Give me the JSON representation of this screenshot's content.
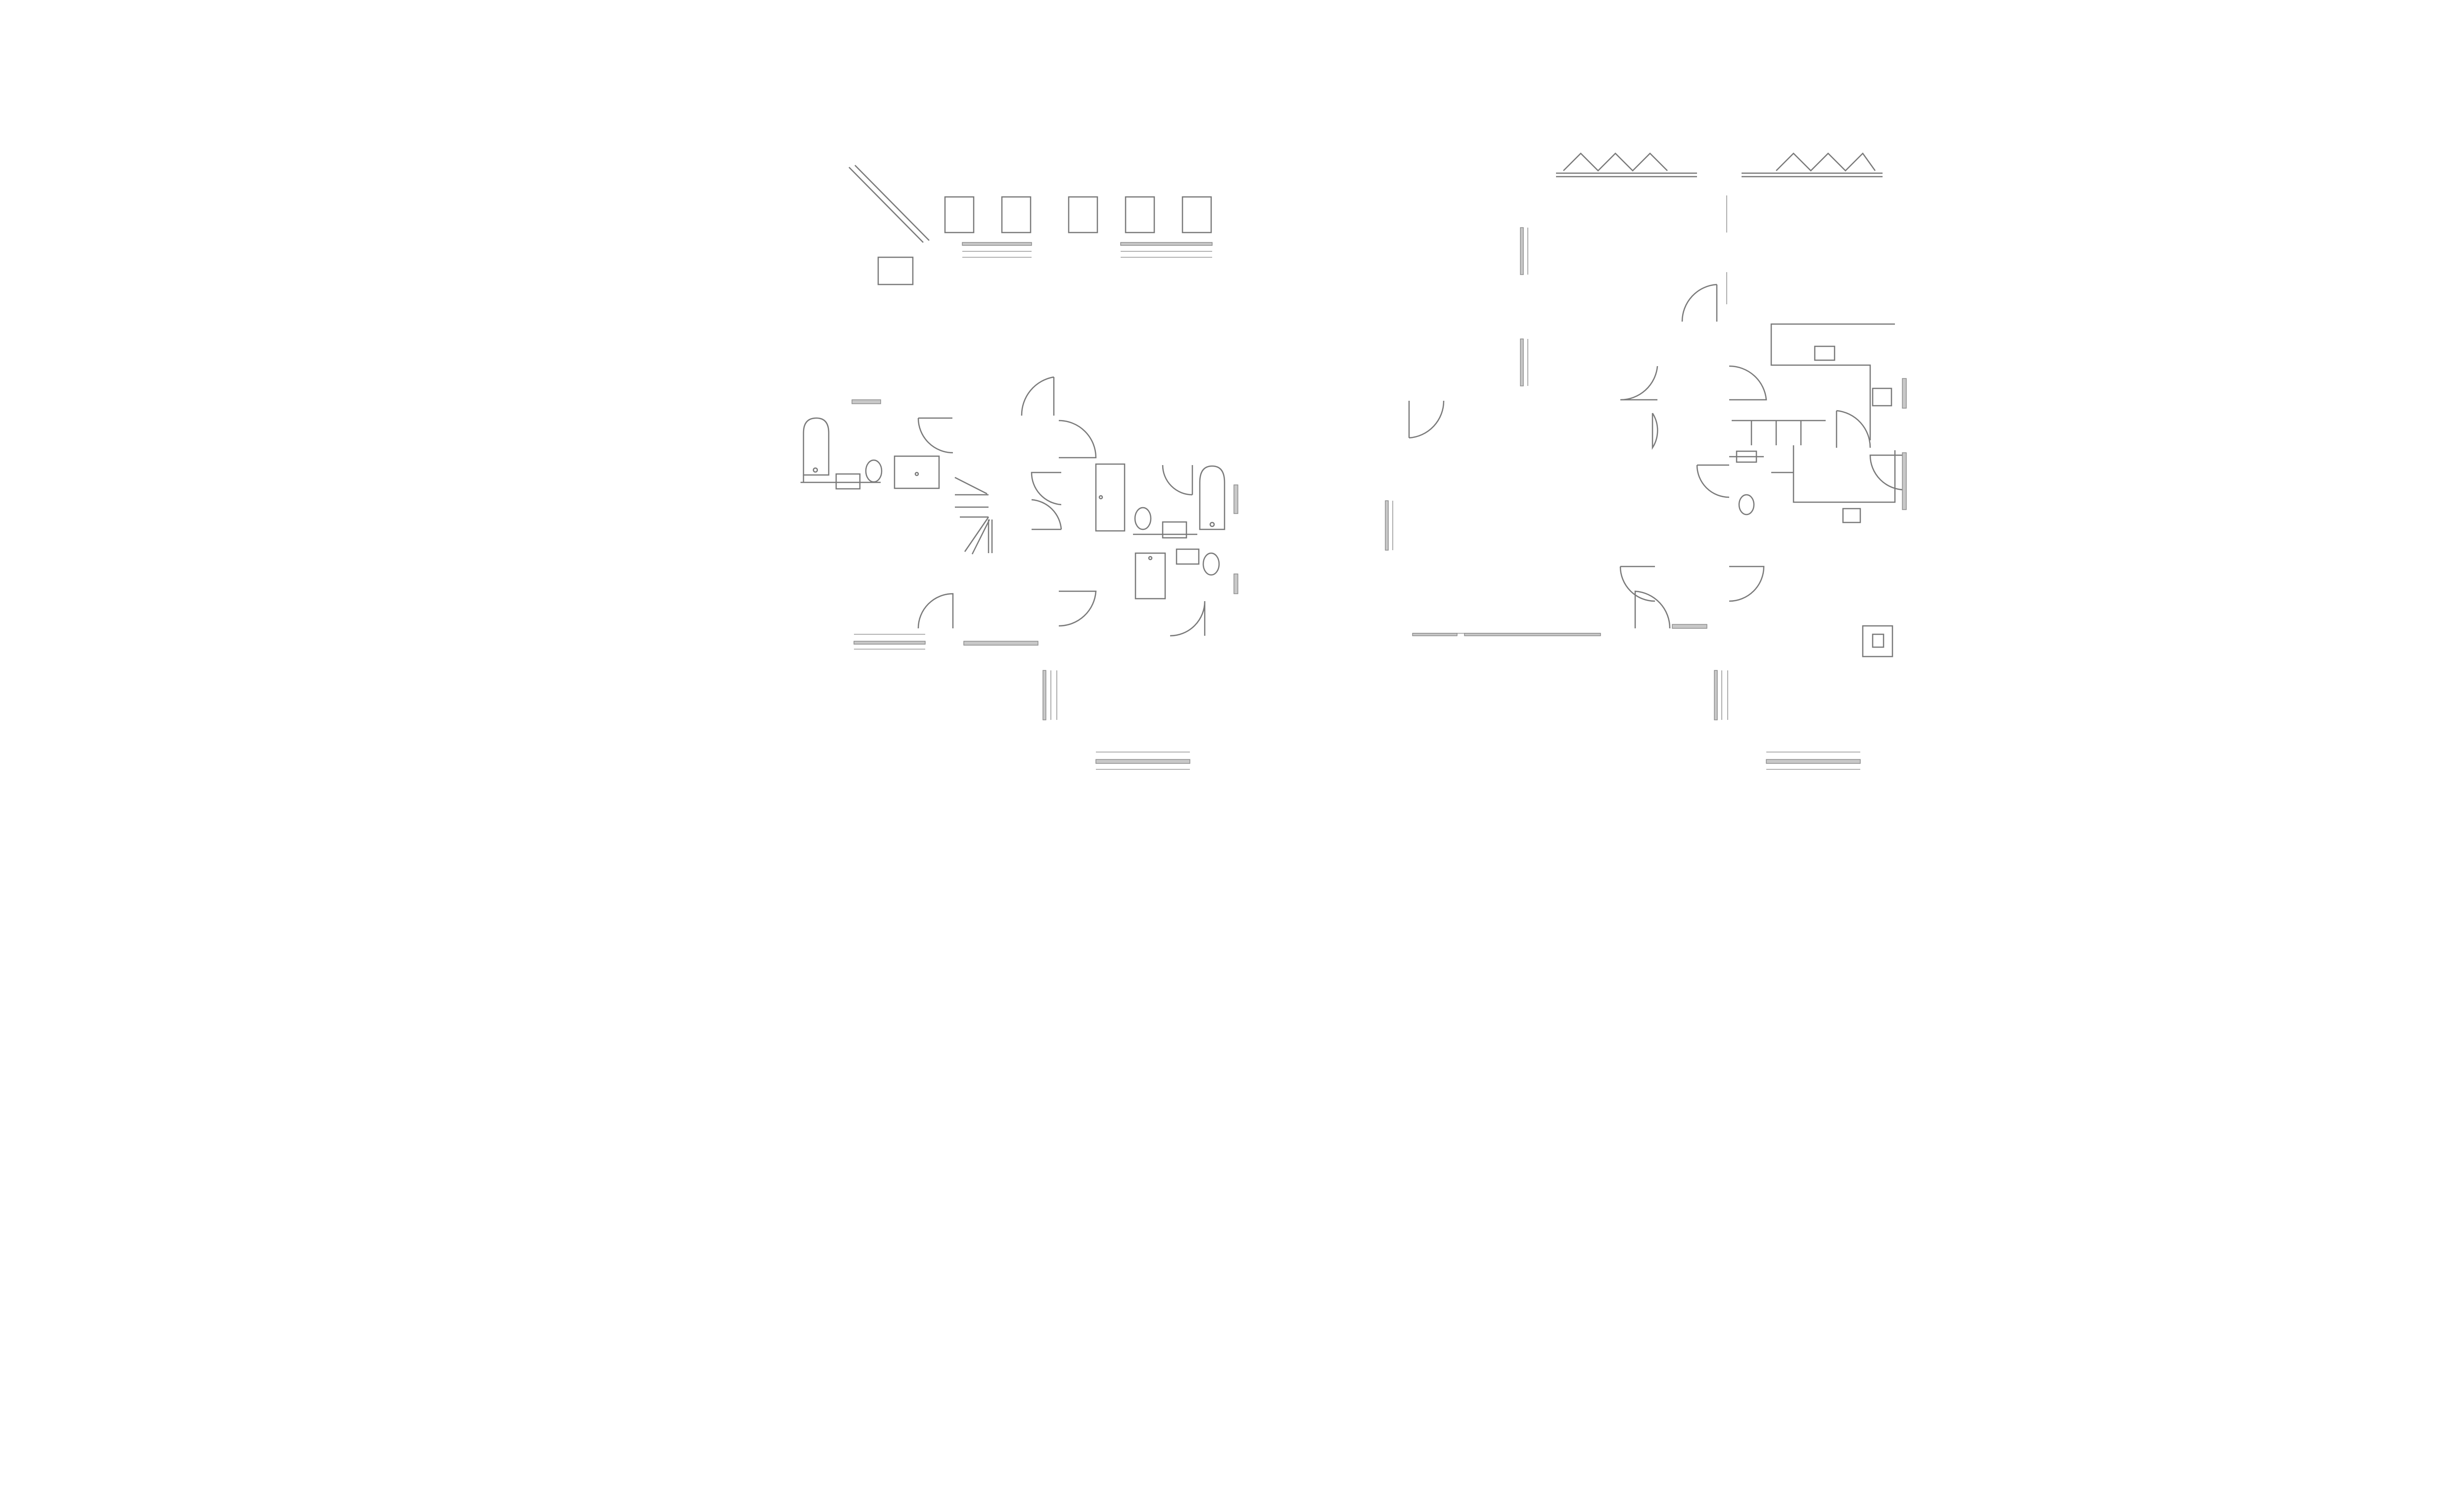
{
  "drawing": {
    "kind": "architectural floor plan",
    "line_color": "#7a7a7a",
    "background": "#ffffff"
  },
  "plans": [
    {
      "id": "left",
      "symbols": [
        "window",
        "door",
        "bathtub",
        "toilet",
        "sink",
        "stair",
        "shower",
        "wardrobe"
      ]
    },
    {
      "id": "right",
      "symbols": [
        "window",
        "door",
        "kitchen-counter",
        "toilet",
        "sink",
        "skylight"
      ]
    }
  ]
}
